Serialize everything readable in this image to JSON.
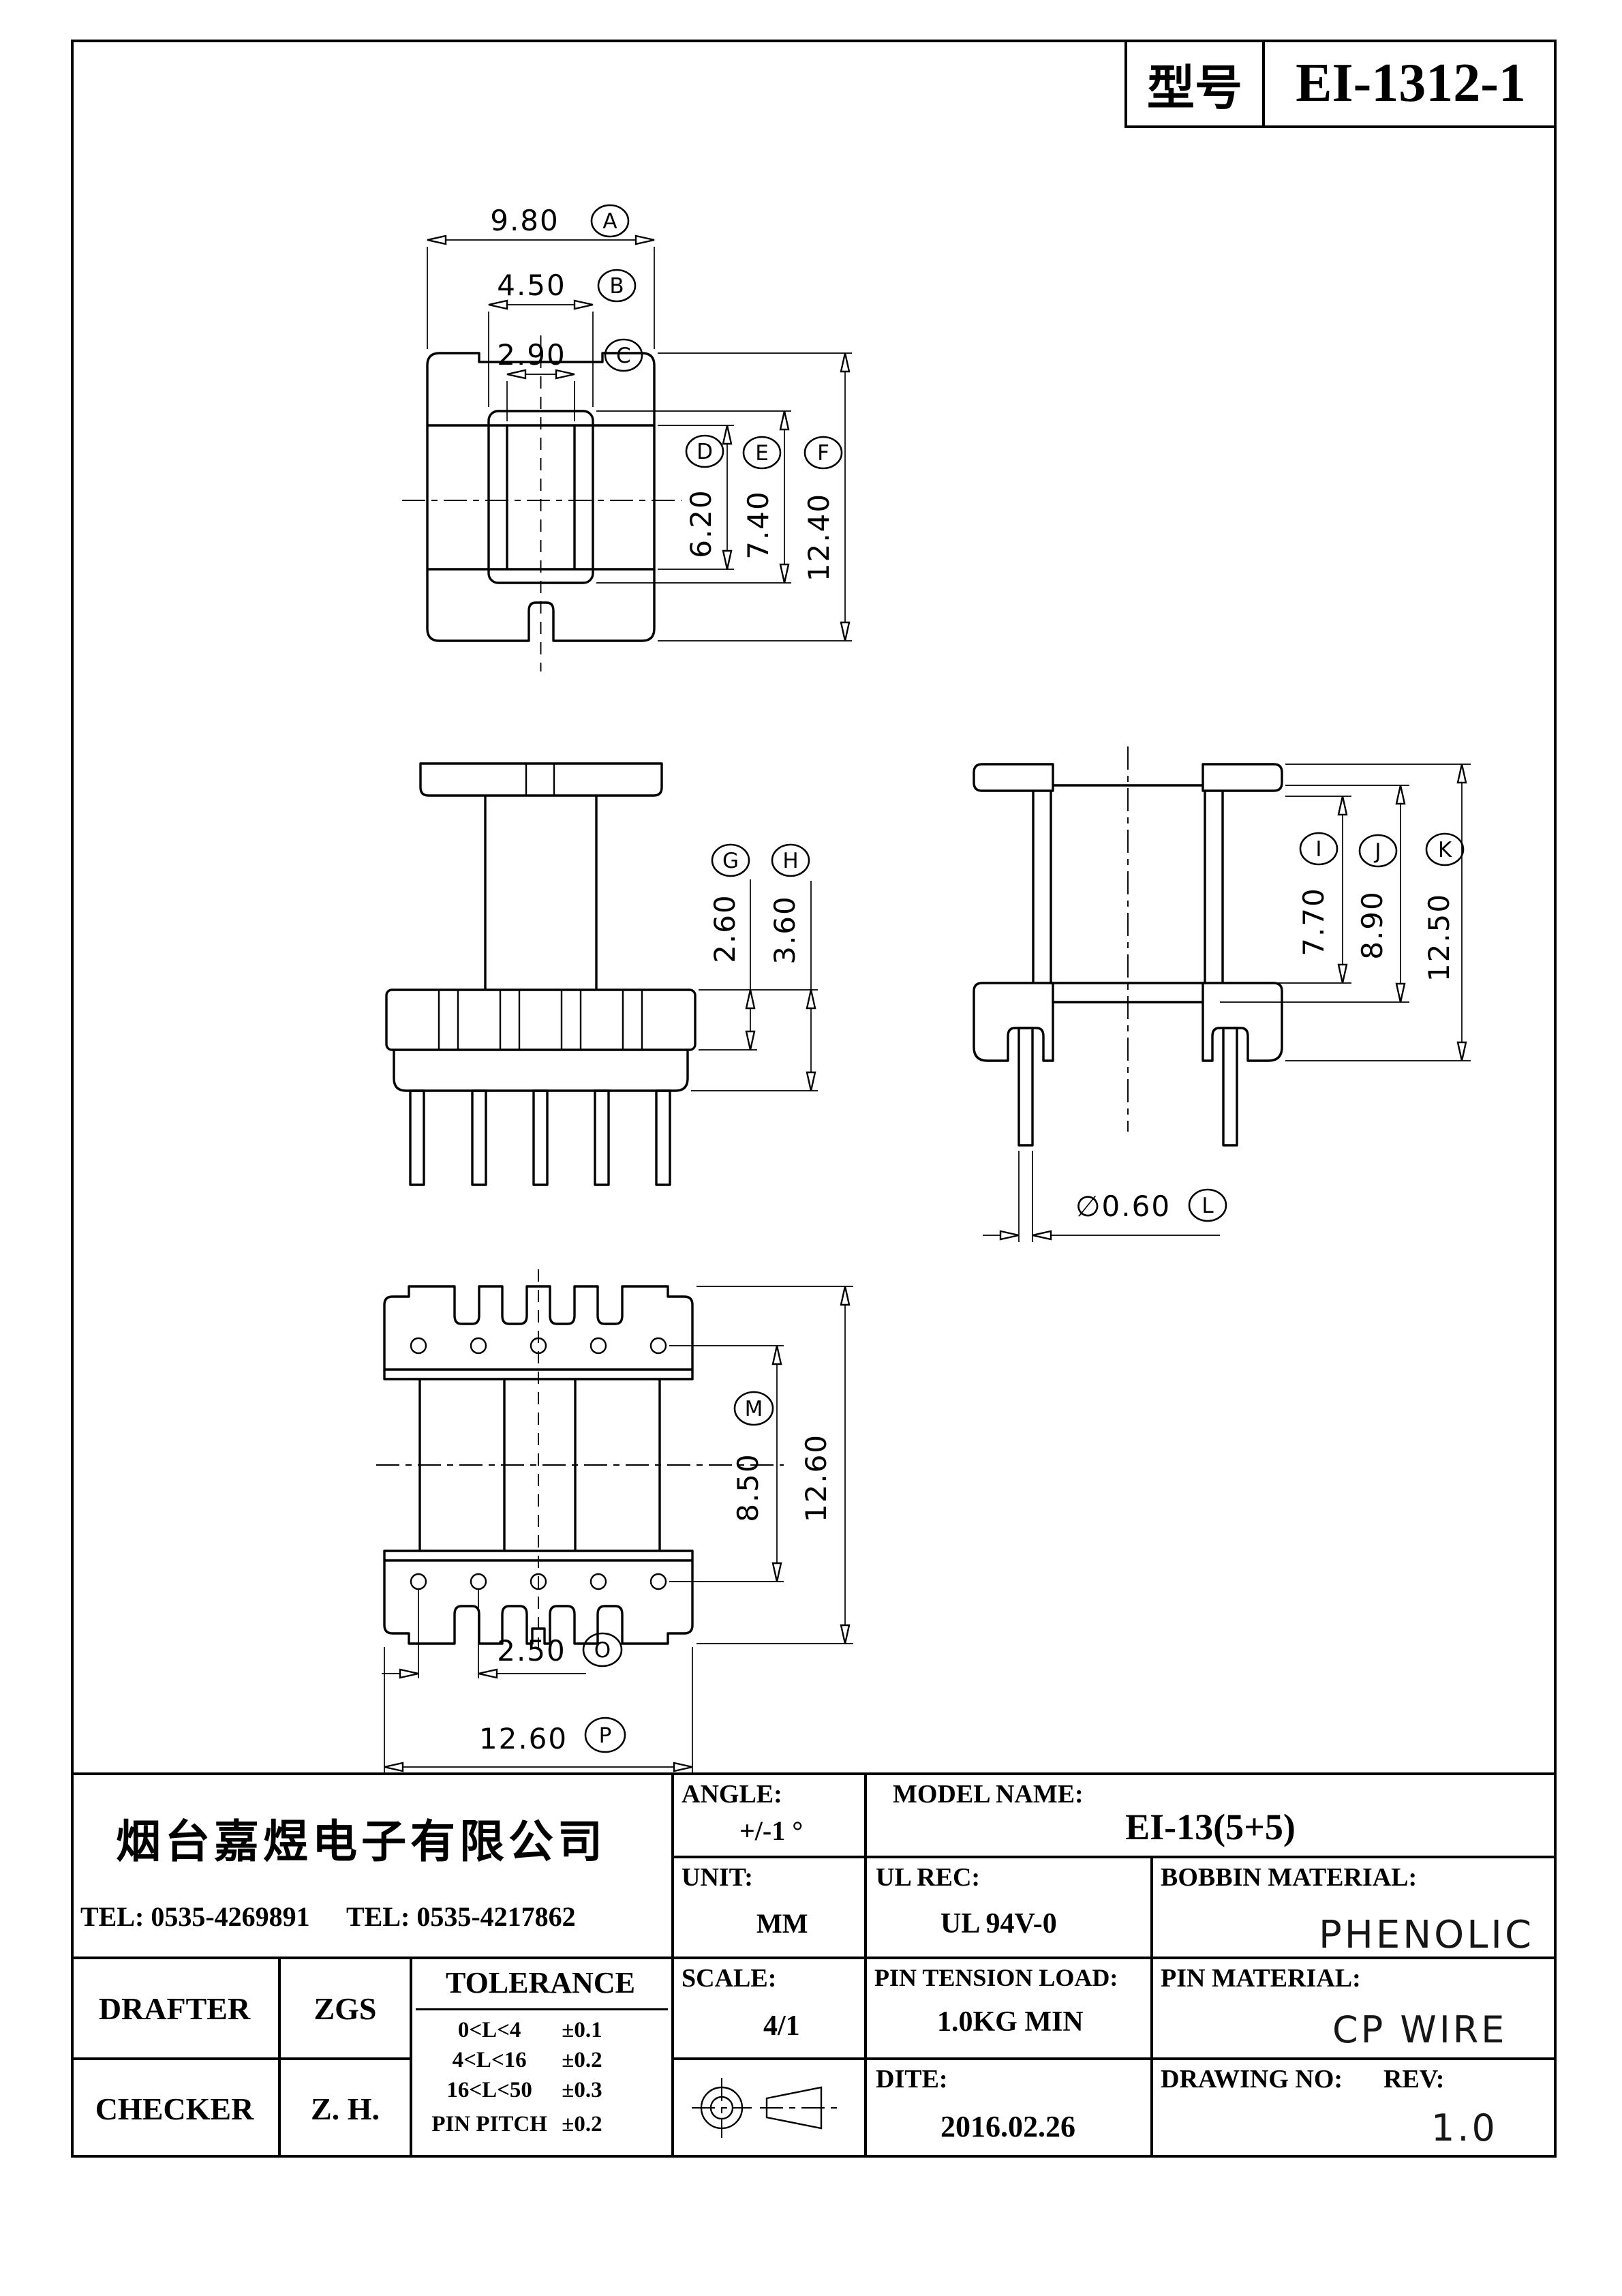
{
  "title_block": {
    "label": "型号",
    "value": "EI-1312-1"
  },
  "views": {
    "top": {
      "a_value": "9.80",
      "a_letter": "A",
      "b_value": "4.50",
      "b_letter": "B",
      "c_value": "2.90",
      "c_letter": "C",
      "d_value": "6.20",
      "d_letter": "D",
      "e_value": "7.40",
      "e_letter": "E",
      "f_value": "12.40",
      "f_letter": "F"
    },
    "front": {
      "g_value": "2.60",
      "g_letter": "G",
      "h_value": "3.60",
      "h_letter": "H"
    },
    "side": {
      "i_value": "7.70",
      "i_letter": "I",
      "j_value": "8.90",
      "j_letter": "J",
      "k_value": "12.50",
      "k_letter": "K",
      "l_value": "∅0.60",
      "l_letter": "L"
    },
    "bottom": {
      "m_value": "8.50",
      "m_letter": "M",
      "overall_value": "12.60",
      "o_value": "2.50",
      "o_letter": "O",
      "p_value": "12.60",
      "p_letter": "P"
    }
  },
  "company": {
    "name": "烟台嘉煜电子有限公司",
    "tel1": "TEL: 0535-4269891",
    "tel2": "TEL: 0535-4217862"
  },
  "table": {
    "angle_label": "ANGLE:",
    "angle_value": "+/-1 °",
    "unit_label": "UNIT:",
    "unit_value": "MM",
    "scale_label": "SCALE:",
    "scale_value": "4/1",
    "model_label": "MODEL NAME:",
    "model_value": "EI-13(5+5)",
    "ul_label": "UL REC:",
    "ul_value": "UL 94V-0",
    "tension_label": "PIN TENSION LOAD:",
    "tension_value": "1.0KG MIN",
    "date_label": "DITE:",
    "date_value": "2016.02.26",
    "bobbin_label": "BOBBIN MATERIAL:",
    "bobbin_value": "PHENOLIC",
    "pin_label": "PIN MATERIAL:",
    "pin_value": "CP WIRE",
    "drawing_label": "DRAWING NO:",
    "rev_label": "REV:",
    "rev_value": "1.0",
    "drafter_label": "DRAFTER",
    "drafter_value": "ZGS",
    "checker_label": "CHECKER",
    "checker_value": "Z. H.",
    "tolerance_title": "TOLERANCE",
    "tolerance_rows": [
      {
        "range": "0<L<4",
        "tol": "±0.1"
      },
      {
        "range": "4<L<16",
        "tol": "±0.2"
      },
      {
        "range": "16<L<50",
        "tol": "±0.3"
      },
      {
        "range": "PIN PITCH",
        "tol": "±0.2"
      }
    ]
  },
  "icons": {
    "projection_symbol": "third-angle-projection"
  }
}
